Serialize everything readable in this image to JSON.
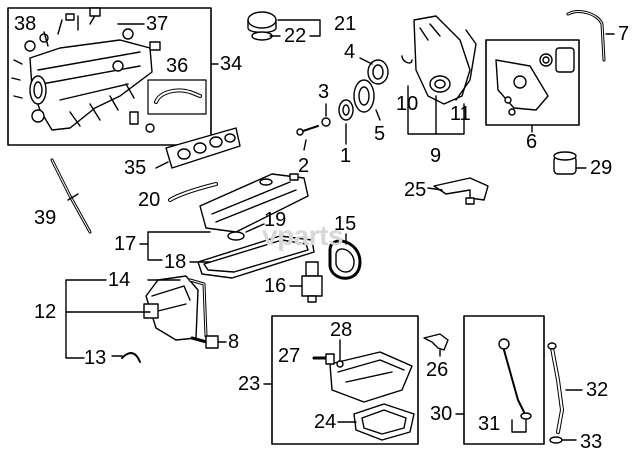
{
  "watermark": "vparts",
  "callouts": {
    "c1": "1",
    "c2": "2",
    "c3": "3",
    "c4": "4",
    "c5": "5",
    "c6": "6",
    "c7": "7",
    "c8": "8",
    "c9": "9",
    "c10": "10",
    "c11": "11",
    "c12": "12",
    "c13": "13",
    "c14": "14",
    "c15": "15",
    "c16": "16",
    "c17": "17",
    "c18": "18",
    "c19": "19",
    "c20": "20",
    "c21": "21",
    "c22": "22",
    "c23": "23",
    "c24": "24",
    "c25": "25",
    "c26": "26",
    "c27": "27",
    "c28": "28",
    "c29": "29",
    "c30": "30",
    "c31": "31",
    "c32": "32",
    "c33": "33",
    "c34": "34",
    "c35": "35",
    "c36": "36",
    "c37": "37",
    "c38": "38",
    "c39": "39"
  },
  "colors": {
    "line": "#000000",
    "part_fill": "#ffffff",
    "shade": "#cfcfcf",
    "watermark": "#d7d7d7"
  }
}
